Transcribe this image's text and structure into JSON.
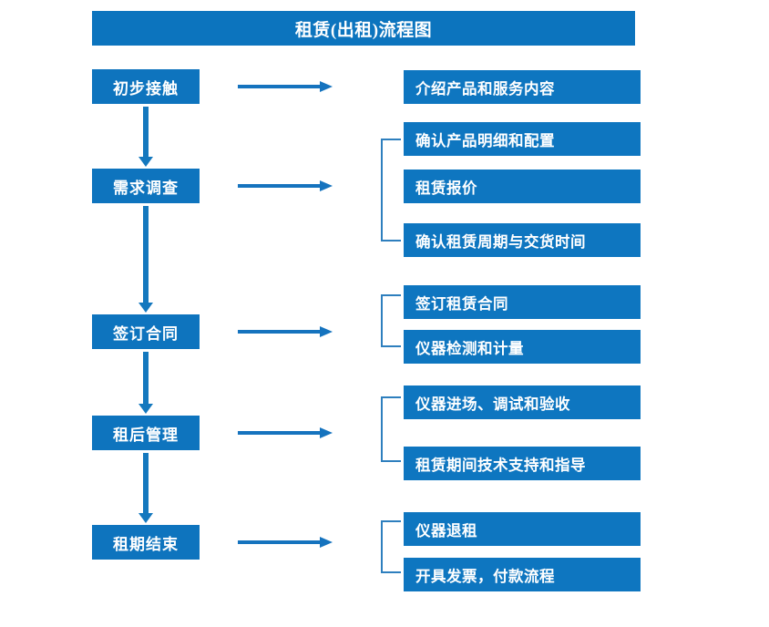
{
  "diagram": {
    "title": "租赁(出租)流程图",
    "colors": {
      "title_bar": "#0C74BE",
      "stage_box": "#0E74BE",
      "detail_box": "#0E76C0",
      "arrow": "#1573BE",
      "bracket": "#2E7FBE",
      "text": "#FFFFFF",
      "background": "#FFFFFF"
    },
    "stages": [
      {
        "label": "初步接触"
      },
      {
        "label": "需求调查"
      },
      {
        "label": "签订合同"
      },
      {
        "label": "租后管理"
      },
      {
        "label": "租期结束"
      }
    ],
    "details": [
      {
        "label": "介绍产品和服务内容"
      },
      {
        "label": "确认产品明细和配置"
      },
      {
        "label": "租赁报价"
      },
      {
        "label": "确认租赁周期与交货时间"
      },
      {
        "label": "签订租赁合同"
      },
      {
        "label": "仪器检测和计量"
      },
      {
        "label": "仪器进场、调试和验收"
      },
      {
        "label": "租赁期间技术支持和指导"
      },
      {
        "label": "仪器退租"
      },
      {
        "label": "开具发票，付款流程"
      }
    ]
  }
}
